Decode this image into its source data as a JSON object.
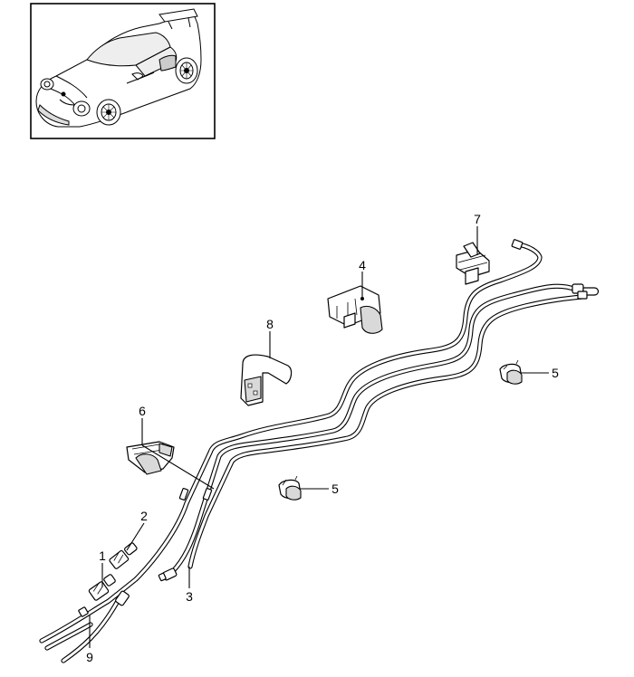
{
  "callouts": [
    {
      "id": "c1",
      "label": "1"
    },
    {
      "id": "c2",
      "label": "2"
    },
    {
      "id": "c3",
      "label": "3"
    },
    {
      "id": "c4",
      "label": "4"
    },
    {
      "id": "c5a",
      "label": "5"
    },
    {
      "id": "c5b",
      "label": "5"
    },
    {
      "id": "c6",
      "label": "6"
    },
    {
      "id": "c7",
      "label": "7"
    },
    {
      "id": "c8",
      "label": "8"
    },
    {
      "id": "c9",
      "label": "9"
    }
  ]
}
